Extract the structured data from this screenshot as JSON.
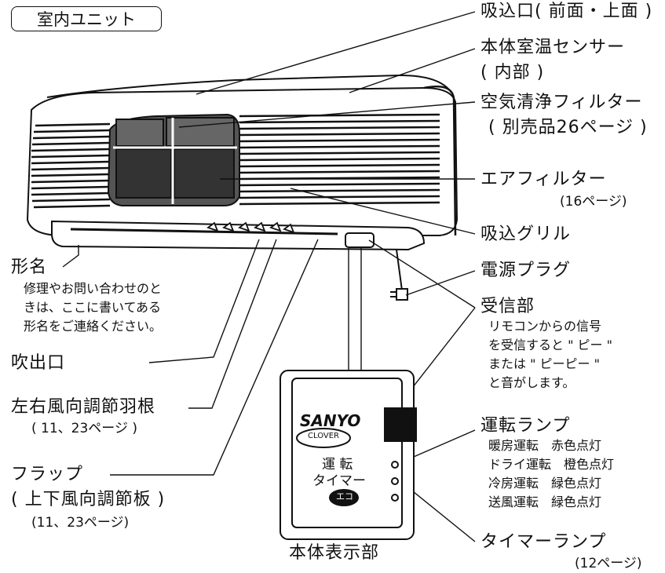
{
  "header_tag": "室内ユニット",
  "callouts": {
    "intake_port": "吸込口( 前面・上面 )",
    "room_temp_sensor": "本体室温センサー",
    "room_temp_sensor_sub": "( 内部 )",
    "air_clean_filter": "空気清浄フィルター",
    "air_clean_filter_sub": "( 別売品26ページ )",
    "air_filter": "エアフィルター",
    "air_filter_sub": "(16ページ)",
    "intake_grille": "吸込グリル",
    "power_plug": "電源プラグ",
    "receiver": "受信部",
    "receiver_note": [
      "リモコンからの信号",
      "を受信すると \" ピー \"",
      "または \" ピーピー \"",
      "と音がします。"
    ],
    "model_name": "形名",
    "model_name_note": [
      "修理やお問い合わせのと",
      "きは、ここに書いてある",
      "形名をご連絡ください。"
    ],
    "outlet": "吹出口",
    "lr_louver": "左右風向調節羽根",
    "lr_louver_sub": "( 11、23ページ )",
    "flap": "フラップ",
    "flap_sub": "( 上下風向調節板 )",
    "flap_page": "(11、23ページ)",
    "operation_lamp": "運転ランプ",
    "operation_lamp_list": [
      "暖房運転　赤色点灯",
      "ドライ運転　橙色点灯",
      "冷房運転　緑色点灯",
      "送風運転　緑色点灯"
    ],
    "timer_lamp": "タイマーランプ",
    "timer_lamp_sub": "(12ページ)"
  },
  "panel": {
    "brand": "SANYO",
    "clover": "CLOVER",
    "run_label": "運 転",
    "timer_label": "タイマー",
    "eco_label": "エコ",
    "caption": "本体表示部"
  }
}
